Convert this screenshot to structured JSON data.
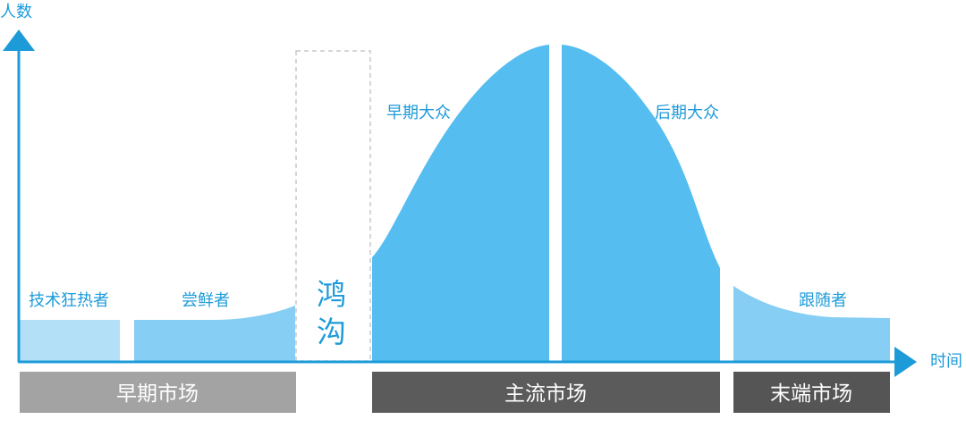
{
  "axes": {
    "y_label": "人数",
    "x_label": "时间"
  },
  "segments": {
    "innovators": "技术狂热者",
    "early_adopters": "尝鲜者",
    "early_majority": "早期大众",
    "late_majority": "后期大众",
    "laggards": "跟随者"
  },
  "chasm": {
    "char1": "鸿",
    "char2": "沟"
  },
  "markets": {
    "early": "早期市场",
    "mainstream": "主流市场",
    "end": "末端市场"
  },
  "colors": {
    "light_blue": "#b3e0f7",
    "medium_blue": "#86cef3",
    "curve_blue": "#55bdf0",
    "axis_blue": "#1d9bd9",
    "label_blue": "#1d9bd9",
    "early_market_gray": "#a3a3a3",
    "mainstream_gray": "#5b5b5b",
    "end_market_gray": "#555555",
    "chasm_border": "#c8c8c8"
  }
}
